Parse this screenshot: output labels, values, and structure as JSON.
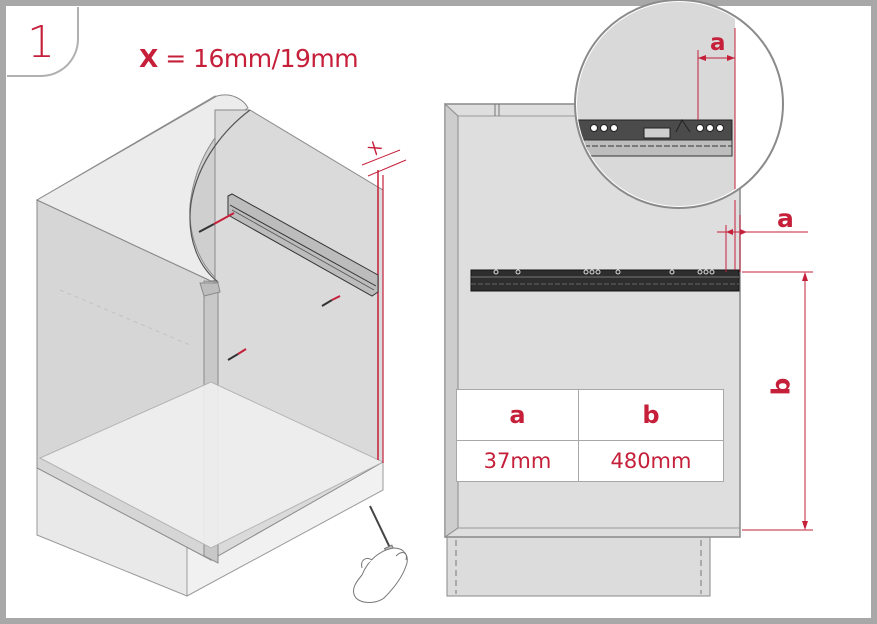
{
  "step": {
    "number": "1"
  },
  "formula": {
    "variable": "X",
    "equals": " = ",
    "value": "16mm/19mm"
  },
  "labels": {
    "x_marker": "X",
    "a_top": "a",
    "a_side": "a",
    "b_side": "b"
  },
  "spec_table": {
    "headers": [
      "a",
      "b"
    ],
    "values": [
      "37mm",
      "480mm"
    ]
  },
  "colors": {
    "accent": "#c51f3a",
    "panel": "#dcdcdc",
    "frame": "#a8a8a8",
    "rail": "#3a3a3a"
  }
}
